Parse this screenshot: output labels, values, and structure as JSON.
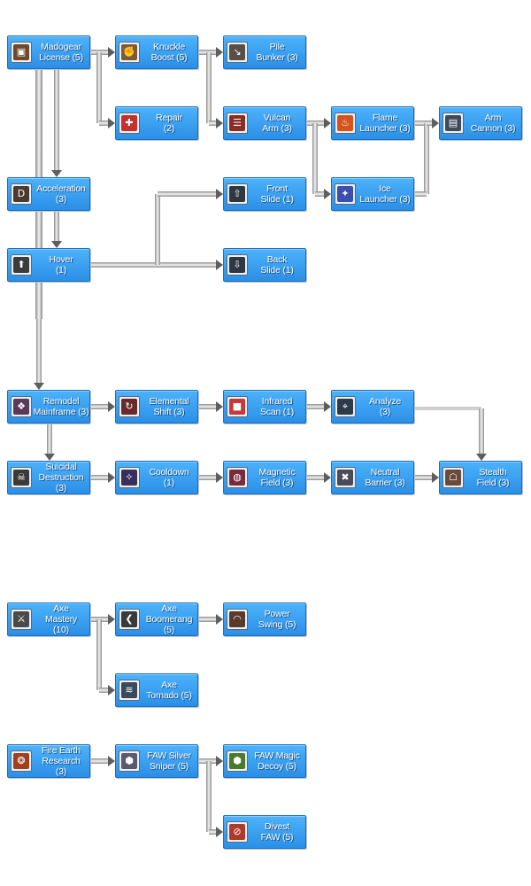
{
  "skills": [
    {
      "id": "madogear-license",
      "label": "Madogear\nLicense (5)",
      "icon": "madogear-icon",
      "icon_color": "#6e4a2a",
      "glyph": "▣"
    },
    {
      "id": "knuckle-boost",
      "label": "Knuckle\nBoost (5)",
      "icon": "knuckle-icon",
      "icon_color": "#7a5a3a",
      "glyph": "✊"
    },
    {
      "id": "pile-bunker",
      "label": "Pile\nBunker (3)",
      "icon": "pile-icon",
      "icon_color": "#5a4f46",
      "glyph": "↘"
    },
    {
      "id": "repair",
      "label": "Repair\n(2)",
      "icon": "wrench-icon",
      "icon_color": "#c4302b",
      "glyph": "✚"
    },
    {
      "id": "vulcan-arm",
      "label": "Vulcan\nArm (3)",
      "icon": "gatling-icon",
      "icon_color": "#8a2e25",
      "glyph": "☰"
    },
    {
      "id": "flame-launcher",
      "label": "Flame\nLauncher (3)",
      "icon": "flame-icon",
      "icon_color": "#d4541c",
      "glyph": "♨"
    },
    {
      "id": "arm-cannon",
      "label": "Arm\nCannon (3)",
      "icon": "cannon-icon",
      "icon_color": "#3e4a5a",
      "glyph": "▤"
    },
    {
      "id": "acceleration",
      "label": "Acceleration\n(3)",
      "icon": "acceleration-icon",
      "icon_color": "#4a3b2e",
      "glyph": "D"
    },
    {
      "id": "front-slide",
      "label": "Front\nSlide (1)",
      "icon": "front-slide-icon",
      "icon_color": "#2f3740",
      "glyph": "⇧"
    },
    {
      "id": "ice-launcher",
      "label": "Ice\nLauncher (3)",
      "icon": "ice-icon",
      "icon_color": "#3b4fb0",
      "glyph": "✦"
    },
    {
      "id": "hover",
      "label": "Hover\n(1)",
      "icon": "hover-icon",
      "icon_color": "#3c3c3c",
      "glyph": "⬆"
    },
    {
      "id": "back-slide",
      "label": "Back\nSlide (1)",
      "icon": "back-slide-icon",
      "icon_color": "#2f3740",
      "glyph": "⇩"
    },
    {
      "id": "remodel-mainframe",
      "label": "Remodel\nMainframe (3)",
      "icon": "mainframe-icon",
      "icon_color": "#5a3a5a",
      "glyph": "❖"
    },
    {
      "id": "elemental-shift",
      "label": "Elemental\nShift (3)",
      "icon": "elemental-shift-icon",
      "icon_color": "#6a2a2a",
      "glyph": "↻"
    },
    {
      "id": "infrared-scan",
      "label": "Infrared\nScan (1)",
      "icon": "infrared-icon",
      "icon_color": "#c43a3a",
      "glyph": "■"
    },
    {
      "id": "analyze",
      "label": "Analyze\n(3)",
      "icon": "analyze-icon",
      "icon_color": "#2e3a4a",
      "glyph": "⌖"
    },
    {
      "id": "suicidal-destruction",
      "label": "Suicidal\nDestruction\n(3)",
      "icon": "skull-icon",
      "icon_color": "#3a3a3a",
      "glyph": "☠"
    },
    {
      "id": "cooldown",
      "label": "Cooldown\n(1)",
      "icon": "cooldown-icon",
      "icon_color": "#3a2e5a",
      "glyph": "✧"
    },
    {
      "id": "magnetic-field",
      "label": "Magnetic\nField (3)",
      "icon": "magnet-icon",
      "icon_color": "#7a2a3a",
      "glyph": "◍"
    },
    {
      "id": "neutral-barrier",
      "label": "Neutral\nBarrier (3)",
      "icon": "barrier-icon",
      "icon_color": "#4a4a5a",
      "glyph": "✖"
    },
    {
      "id": "stealth-field",
      "label": "Stealth\nField (3)",
      "icon": "stealth-icon",
      "icon_color": "#6a4a3a",
      "glyph": "☖"
    },
    {
      "id": "axe-mastery",
      "label": "Axe\nMastery\n(10)",
      "icon": "axe-icon",
      "icon_color": "#4a4a4a",
      "glyph": "⚔"
    },
    {
      "id": "axe-boomerang",
      "label": "Axe\nBoomerang\n(5)",
      "icon": "boomerang-icon",
      "icon_color": "#3a3a3a",
      "glyph": "❮"
    },
    {
      "id": "power-swing",
      "label": "Power\nSwing (5)",
      "icon": "swing-icon",
      "icon_color": "#5a3a2a",
      "glyph": "◠"
    },
    {
      "id": "axe-tornado",
      "label": "Axe\nTornado (5)",
      "icon": "tornado-icon",
      "icon_color": "#3a4a5a",
      "glyph": "≋"
    },
    {
      "id": "fire-earth-research",
      "label": "Fire Earth\nResearch\n(3)",
      "icon": "fire-earth-icon",
      "icon_color": "#a0401c",
      "glyph": "❂"
    },
    {
      "id": "faw-silver-sniper",
      "label": "FAW Silver\nSniper (5)",
      "icon": "silver-sniper-icon",
      "icon_color": "#5a5a6a",
      "glyph": "⬢"
    },
    {
      "id": "faw-magic-decoy",
      "label": "FAW Magic\nDecoy (5)",
      "icon": "magic-decoy-icon",
      "icon_color": "#4a7a2a",
      "glyph": "⬢"
    },
    {
      "id": "divest-faw",
      "label": "Divest\nFAW (5)",
      "icon": "divest-icon",
      "icon_color": "#b03a2a",
      "glyph": "⊘"
    }
  ]
}
